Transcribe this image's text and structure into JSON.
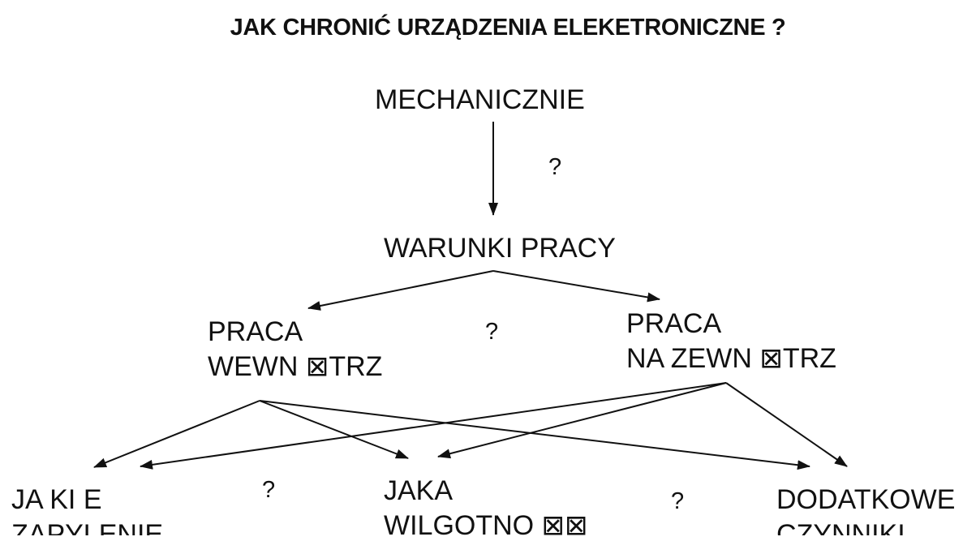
{
  "title": "JAK CHRONIĆ URZĄDZENIA ELEKETRONICZNE ?",
  "nodes": {
    "mechaniczne": "MECHANICZNIE",
    "warunki_pracy": "WARUNKI PRACY",
    "praca_wewn_l1": "PRACA",
    "praca_wewn_l2": "WEWN ⊠TRZ",
    "praca_zewn_l1": "PRACA",
    "praca_zewn_l2": "NA ZEWN ⊠TRZ",
    "jakie_zapylenie_l1": "JA KI E",
    "jakie_zapylenie_l2": "ZAPYLENIE",
    "jaka_wilgotnosc_l1": "JAKA",
    "jaka_wilgotnosc_l2": "WILGOTNO ⊠⊠",
    "dodatkowe_l1": "DODATKOWE",
    "dodatkowe_l2": "CZYNNIKI"
  },
  "questions": {
    "q1": "?",
    "q2": "?",
    "q3": "?",
    "q4": "?"
  }
}
